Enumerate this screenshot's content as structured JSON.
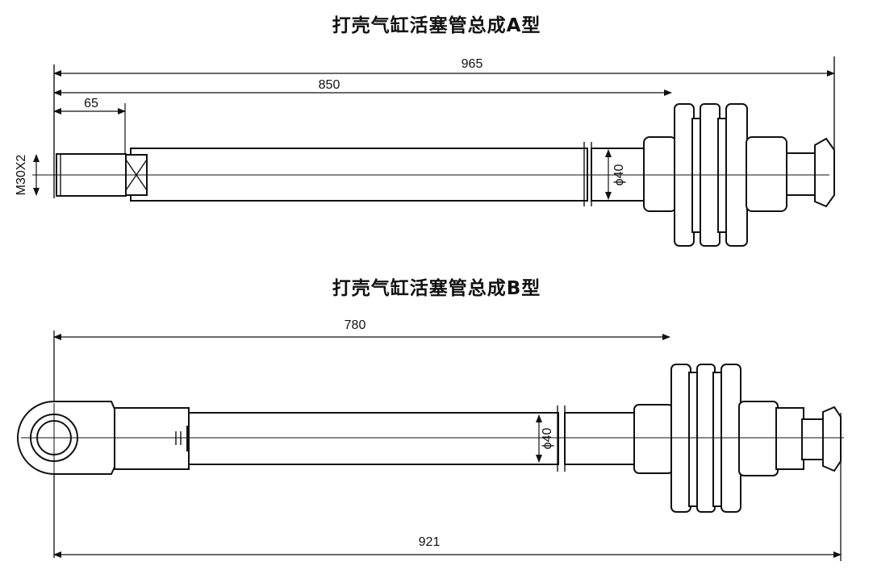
{
  "diagram_a": {
    "title": "打壳气缸活塞管总成A型",
    "dim_total": "965",
    "dim_mid": "850",
    "dim_short": "65",
    "thread_label": "M30X2",
    "diameter_label": "ϕ40"
  },
  "diagram_b": {
    "title": "打壳气缸活塞管总成B型",
    "dim_top": "780",
    "dim_bottom": "921",
    "diameter_label": "ϕ40"
  }
}
